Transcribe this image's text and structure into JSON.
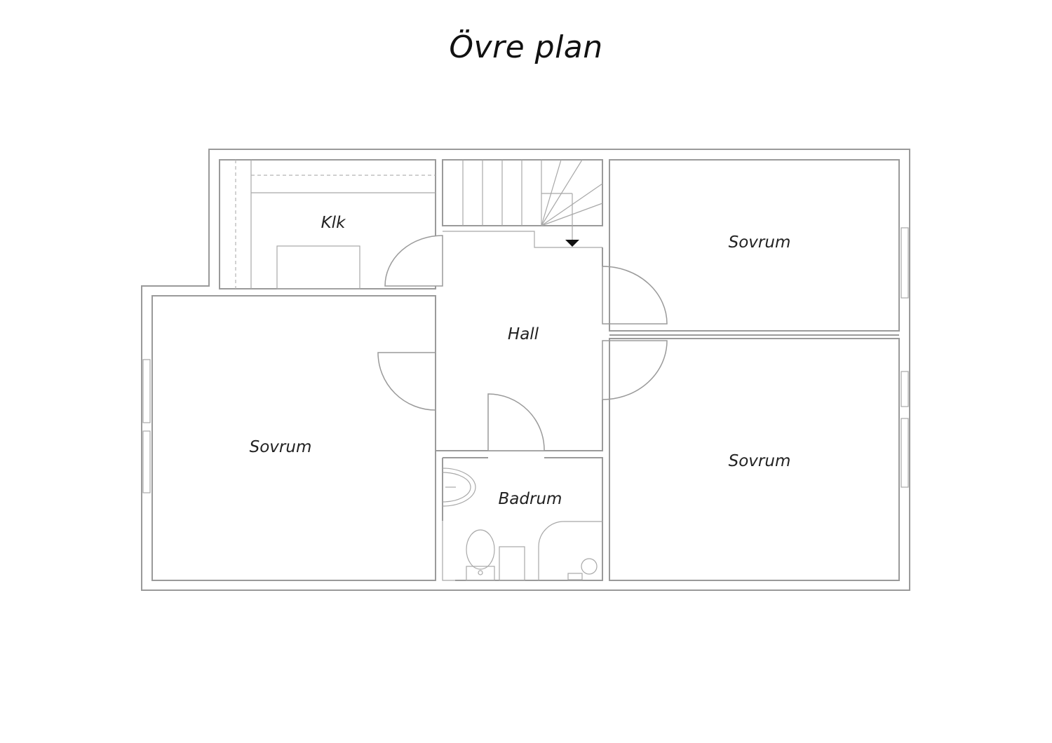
{
  "title": "Övre plan",
  "rooms": {
    "klk": "Klk",
    "hall": "Hall",
    "bedroom_top_right": "Sovrum",
    "bedroom_left": "Sovrum",
    "bedroom_bottom_right": "Sovrum",
    "bathroom": "Badrum"
  },
  "colors": {
    "wall": "#9a9a9a",
    "text": "#222222",
    "background": "#ffffff"
  }
}
